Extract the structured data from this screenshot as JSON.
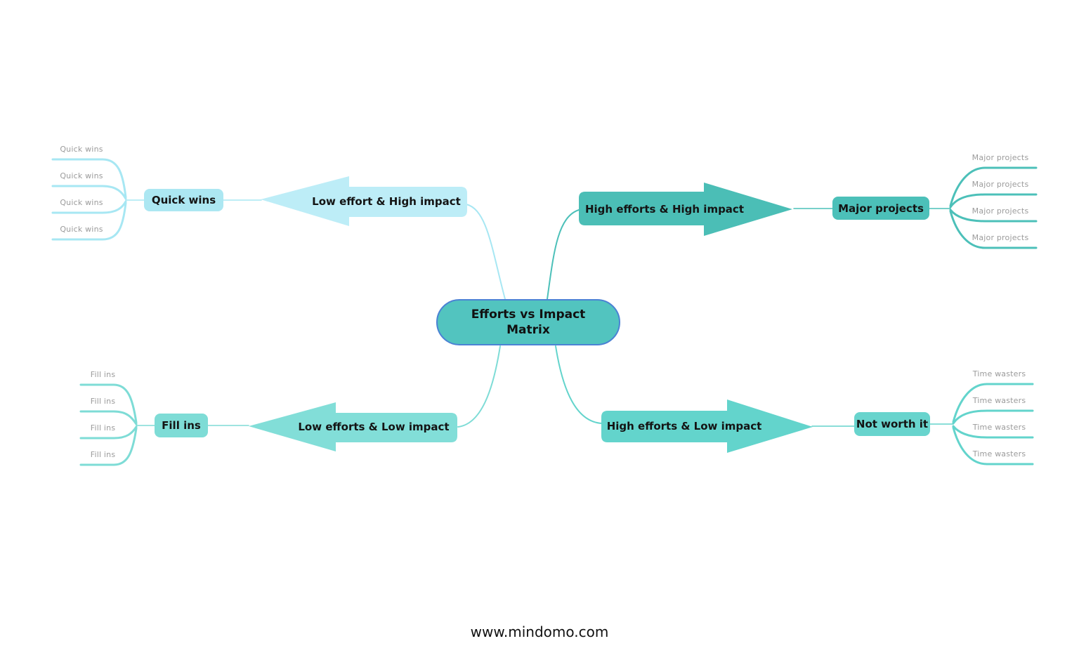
{
  "central_topic": {
    "line1": "Efforts vs Impact",
    "line2": "Matrix"
  },
  "footer": "www.mindomo.com",
  "colors": {
    "center_fill": "#52c4bf",
    "center_border": "#4b82d4",
    "tl_arrow": "#bdedf7",
    "tl_node": "#ace7f2",
    "tl_line": "#a7e7f3",
    "tr_arrow": "#4bbeb6",
    "tr_node": "#4cc0b9",
    "tr_line": "#4cc0b9",
    "bl_arrow": "#82ded8",
    "bl_node": "#7edcd6",
    "bl_line": "#7edcd6",
    "br_arrow": "#63d4cc",
    "br_node": "#68d4cd",
    "br_line": "#63d4cc",
    "leaf_text": "#9b9b9b"
  },
  "branches": {
    "top_left": {
      "arrow_label": "Low effort & High impact",
      "node_label": "Quick wins",
      "children": [
        "Quick wins",
        "Quick wins",
        "Quick wins",
        "Quick wins"
      ]
    },
    "top_right": {
      "arrow_label": "High efforts & High impact",
      "node_label": "Major projects",
      "children": [
        "Major projects",
        "Major projects",
        "Major projects",
        "Major projects"
      ]
    },
    "bottom_left": {
      "arrow_label": "Low efforts & Low impact",
      "node_label": "Fill ins",
      "children": [
        "Fill ins",
        "Fill ins",
        "Fill ins",
        "Fill ins"
      ]
    },
    "bottom_right": {
      "arrow_label": "High efforts & Low impact",
      "node_label": "Not worth it",
      "children": [
        "Time wasters",
        "Time wasters",
        "Time wasters",
        "Time wasters"
      ]
    }
  }
}
